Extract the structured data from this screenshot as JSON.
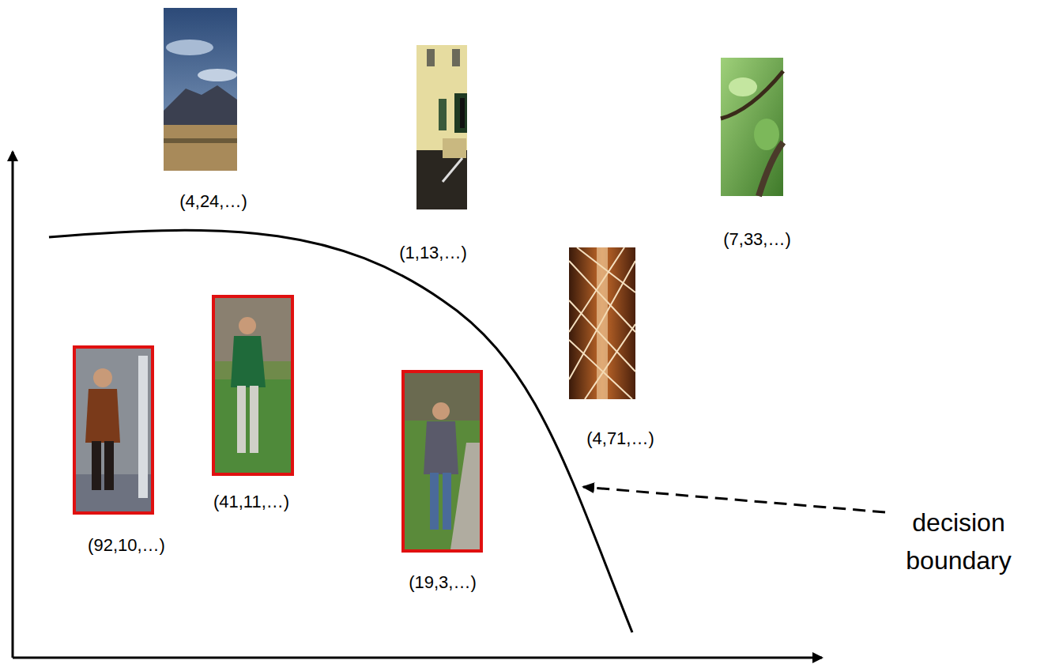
{
  "diagram": {
    "labels": [
      "(4,24,…)",
      "(1,13,…)",
      "(7,33,…)",
      "(4,71,…)",
      "(41,11,…)",
      "(92,10,…)",
      "(19,3,…)",
      "decision boundary"
    ]
  }
}
